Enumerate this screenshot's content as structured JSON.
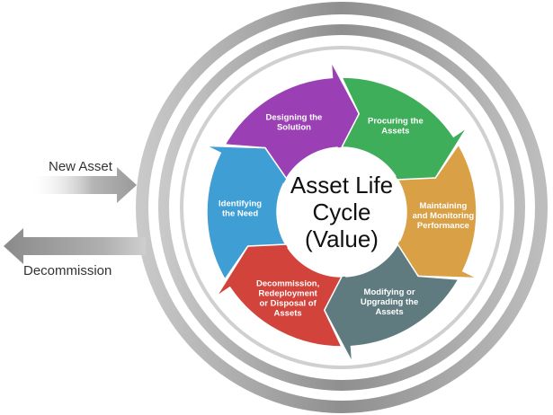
{
  "center": {
    "line1": "Asset Life",
    "line2": "Cycle",
    "line3": "(Value)"
  },
  "inputs": {
    "new_asset": "New Asset",
    "decommission": "Decommission"
  },
  "stages": [
    {
      "lines": [
        "Designing the",
        "Solution"
      ],
      "color": "#9b3fb5"
    },
    {
      "lines": [
        "Procuring the",
        "Assets"
      ],
      "color": "#3fae5a"
    },
    {
      "lines": [
        "Maintaining",
        "and Monitoring",
        "Performance"
      ],
      "color": "#d9a046"
    },
    {
      "lines": [
        "Modifying or",
        "Upgrading the",
        "Assets"
      ],
      "color": "#607b80"
    },
    {
      "lines": [
        "Decommission,",
        "Redeployment",
        "or Disposal of",
        "Assets"
      ],
      "color": "#d2433c"
    },
    {
      "lines": [
        "Identifying",
        "the Need"
      ],
      "color": "#3f9ed3"
    }
  ],
  "ring_color": "#8c8c8c"
}
